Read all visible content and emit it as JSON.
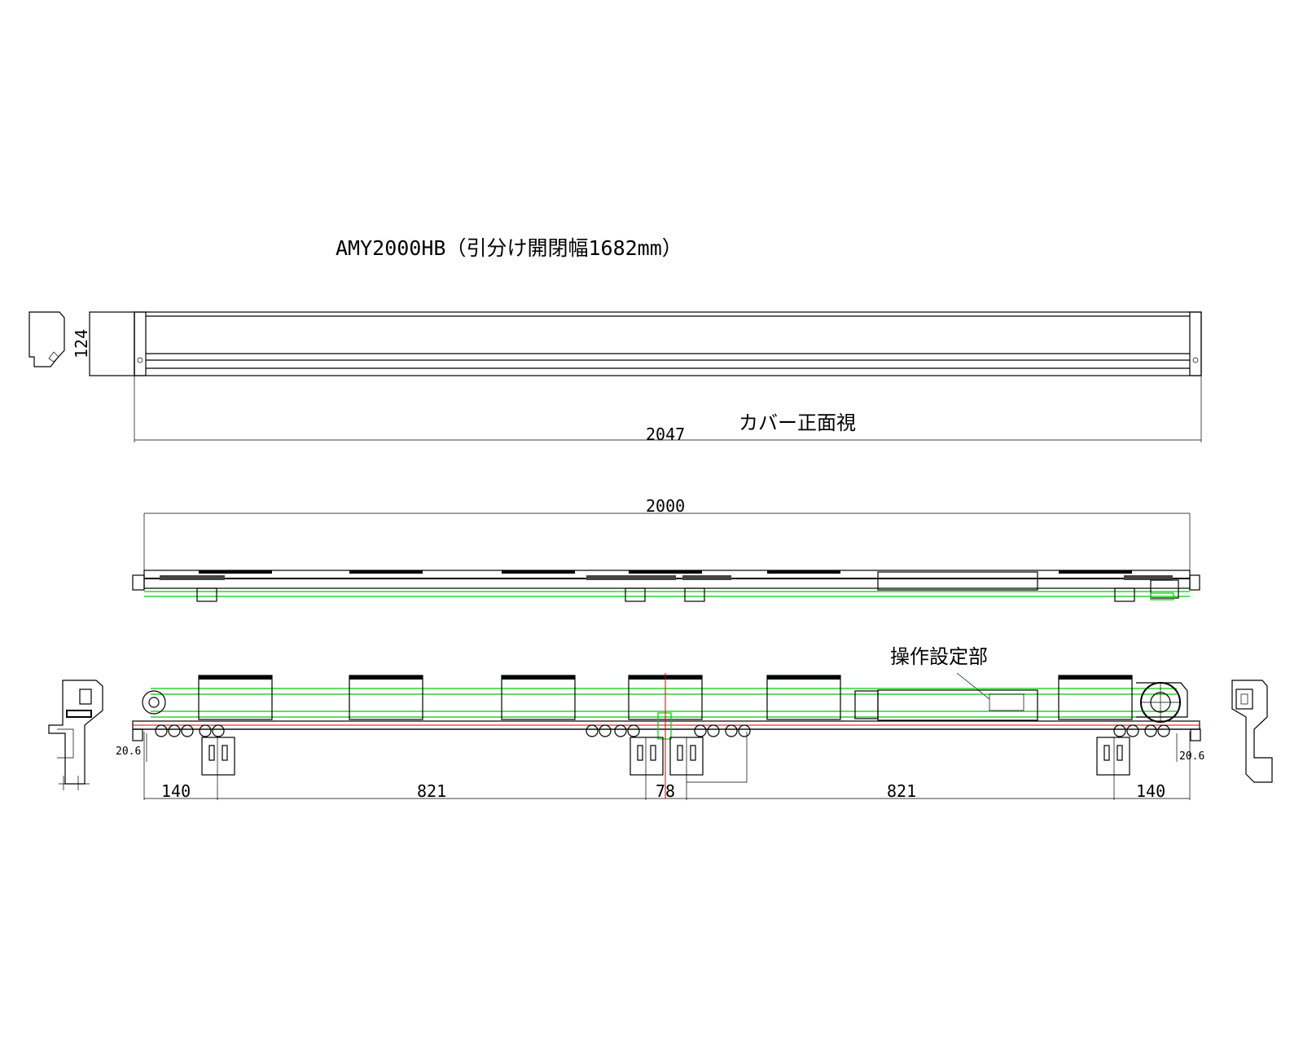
{
  "drawing": {
    "title": "AMY2000HB（引分け開閉幅1682mm）",
    "cover_view_label": "カバー正面視",
    "operation_setting_label": "操作設定部",
    "dims": {
      "cover_height": "124",
      "cover_length": "2047",
      "rail_length": "2000",
      "offset_left": "20.6",
      "offset_right": "20.6",
      "seg_left_end": "140",
      "seg_left_mid": "821",
      "seg_center": "78",
      "seg_right_mid": "821",
      "seg_right_end": "140"
    }
  }
}
